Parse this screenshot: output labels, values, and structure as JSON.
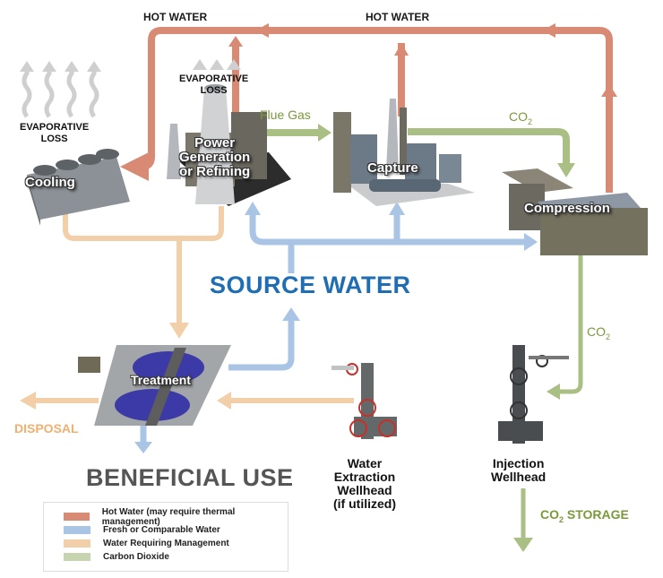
{
  "title": "Water and CO2 flows in carbon capture and storage",
  "colors": {
    "hot_water": "#d98a74",
    "fresh_water": "#a9c4e4",
    "managed_water": "#f2cfa8",
    "carbon_dioxide": "#a9bf84",
    "source_text": "#1f6db3",
    "green_text": "#7a9a3a"
  },
  "labels": {
    "hot_water_left": "HOT WATER",
    "hot_water_right": "HOT WATER",
    "evaporative_loss_cooling": [
      "EVAPORATIVE",
      "LOSS"
    ],
    "evaporative_loss_power": [
      "EVAPORATIVE",
      "LOSS"
    ],
    "flue_gas": "Flue Gas",
    "co2_capture": "CO",
    "co2_down": "CO",
    "co2_sub": "2",
    "source_water": "SOURCE WATER",
    "beneficial_use": "BENEFICIAL USE",
    "disposal": "DISPOSAL",
    "co2_storage_pre": "CO",
    "co2_storage_post": " STORAGE"
  },
  "facilities": {
    "cooling": "Cooling",
    "power": [
      "Power",
      "Generation",
      "or Refining"
    ],
    "capture": "Capture",
    "compression": "Compression",
    "treatment": "Treatment",
    "water_well": [
      "Water",
      "Extraction",
      "Wellhead",
      "(if utilized)"
    ],
    "injection_well": [
      "Injection",
      "Wellhead"
    ]
  },
  "legend": [
    {
      "label": "Hot Water (may require thermal management)",
      "color": "#d98a74"
    },
    {
      "label": "Fresh or Comparable Water",
      "color": "#a9c4e4"
    },
    {
      "label": "Water Requiring Management",
      "color": "#f2cfa8"
    },
    {
      "label": "Carbon Dioxide",
      "color": "#a9bf84"
    }
  ]
}
